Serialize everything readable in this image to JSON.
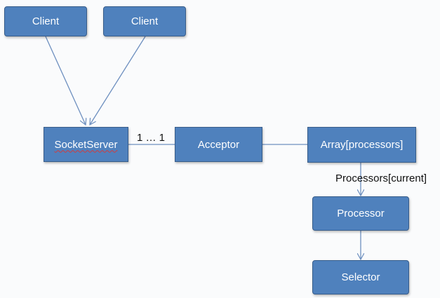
{
  "diagram": {
    "nodes": {
      "client_left": "Client",
      "client_right": "Client",
      "socket_server": "SocketServer",
      "acceptor": "Acceptor",
      "processors_array": "Array[processors]",
      "processor": "Processor",
      "selector": "Selector"
    },
    "edge_labels": {
      "multiplicity": "1 … 1",
      "current_processor": "Processors[current]"
    }
  }
}
